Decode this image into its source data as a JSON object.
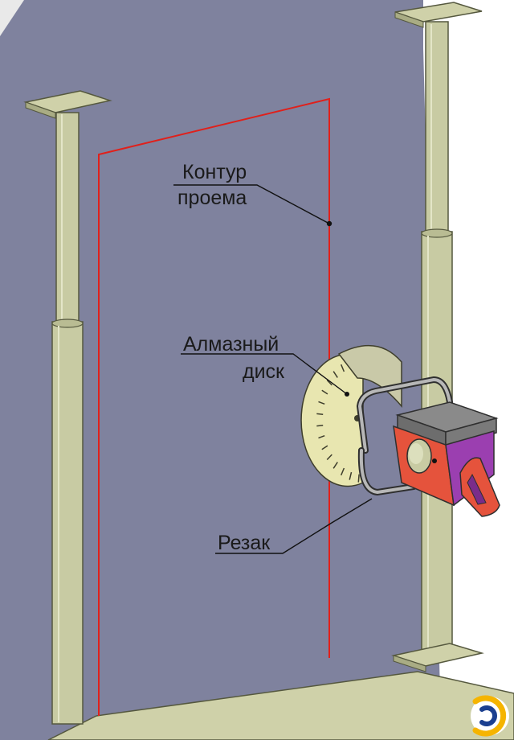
{
  "labels": {
    "contour_line1": "Контур",
    "contour_line2": "проема",
    "disc_line1": "Алмазный",
    "disc_line2": "диск",
    "cutter": "Резак"
  },
  "colors": {
    "wall": "#7f829e",
    "wall_edge": "#6f7390",
    "opening_contour": "#e0201b",
    "prop_post": "#c8cba3",
    "prop_outline": "#55583e",
    "floor": "#cfd1a9",
    "disc_face": "#e8e6b0",
    "disc_guard": "#c9c9a8",
    "cutter_body": "#e5533c",
    "cutter_handle": "#9b3fb0",
    "cutter_cover": "#8a8a8a",
    "leader_lines": "#111111"
  },
  "icons": {
    "watermark": "watermark-logo-icon"
  }
}
